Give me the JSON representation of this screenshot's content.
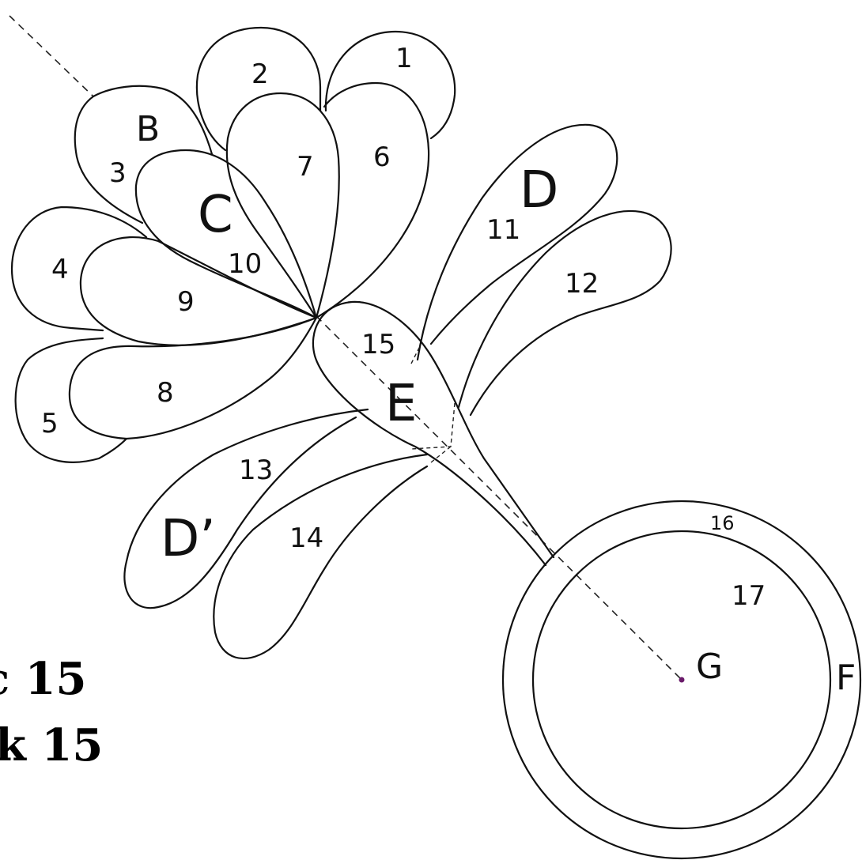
{
  "diagram": {
    "section_labels": {
      "B": "B",
      "C": "C",
      "D": "D",
      "D_prime": "D’",
      "E": "E",
      "F": "F",
      "G": "G"
    },
    "piece_numbers": {
      "p1": "1",
      "p2": "2",
      "p3": "3",
      "p4": "4",
      "p5": "5",
      "p6": "6",
      "p7": "7",
      "p8": "8",
      "p9": "9",
      "p10": "10",
      "p11": "11",
      "p12": "12",
      "p13": "13",
      "p14": "14",
      "p15": "15",
      "p16": "16",
      "p17": "17"
    },
    "cropped_text": {
      "line1": "c 15",
      "line2": "ck 15"
    },
    "colors": {
      "line": "#111111",
      "background": "#ffffff",
      "center_dot": "#6a1b6a"
    }
  }
}
